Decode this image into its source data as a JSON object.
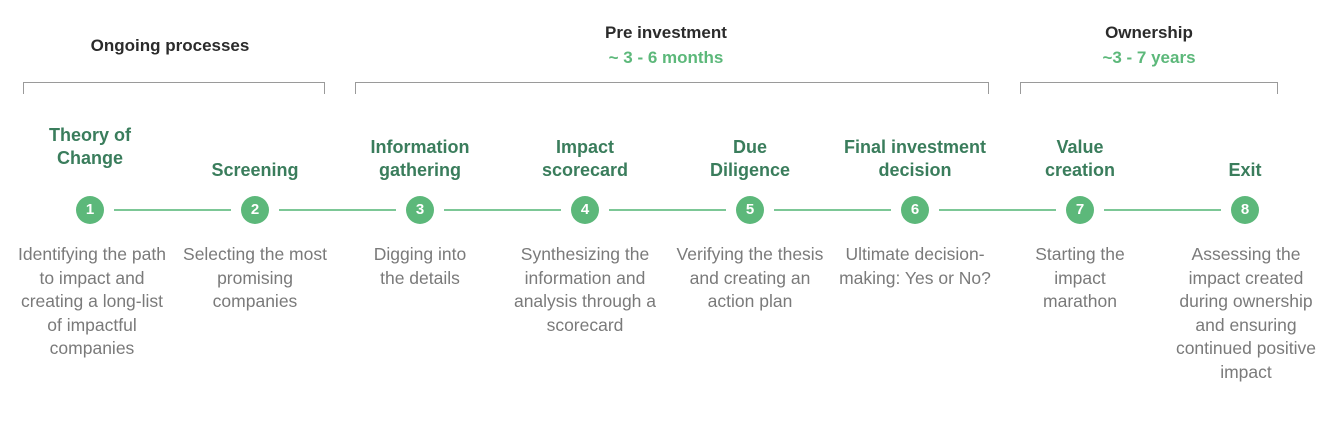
{
  "phases": [
    {
      "title": "Ongoing processes",
      "subtitle": ""
    },
    {
      "title": "Pre investment",
      "subtitle": "~ 3 - 6 months"
    },
    {
      "title": "Ownership",
      "subtitle": "~3 - 7 years"
    }
  ],
  "steps": [
    {
      "number": "1",
      "title": "Theory of Change",
      "description": "Identifying the path to impact and creating a long-list of impactful companies"
    },
    {
      "number": "2",
      "title": "Screening",
      "description": "Selecting the most promising companies"
    },
    {
      "number": "3",
      "title": "Information gathering",
      "description": "Digging into the details"
    },
    {
      "number": "4",
      "title": "Impact scorecard",
      "description": "Synthesizing the information and analysis through a scorecard"
    },
    {
      "number": "5",
      "title": "Due Diligence",
      "description": "Verifying the thesis and creating an action plan"
    },
    {
      "number": "6",
      "title": "Final investment decision",
      "description": "Ultimate decision-making: Yes or No?"
    },
    {
      "number": "7",
      "title": "Value creation",
      "description": "Starting the impact marathon"
    },
    {
      "number": "8",
      "title": "Exit",
      "description": "Assessing the impact created during ownership and ensuring continued positive impact"
    }
  ],
  "colors": {
    "accent": "#5cb87a",
    "step_title": "#3a7d5c",
    "text_dark": "#2b2b2b",
    "text_muted": "#7a7a7a",
    "bracket": "#9a9a9a"
  }
}
